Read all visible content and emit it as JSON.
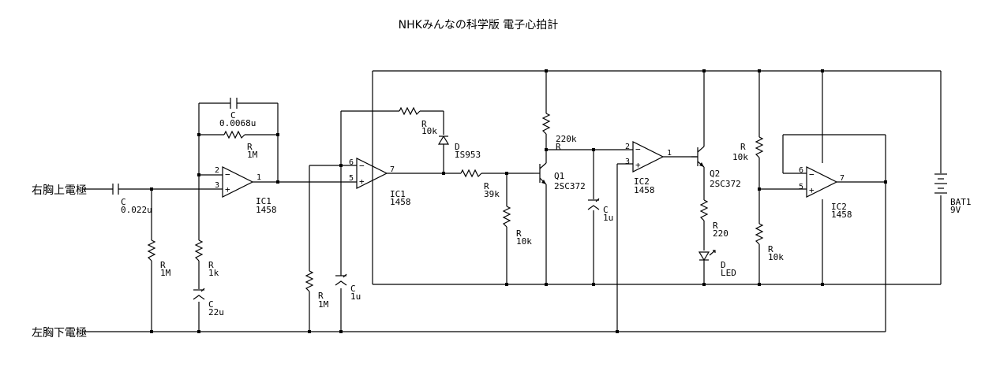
{
  "title": "NHKみんなの科学版 電子心拍計",
  "ports": {
    "upper": "右胸上電極",
    "lower": "左胸下電極"
  },
  "opamp_signs": {
    "minus": "−",
    "plus": "+"
  },
  "components": {
    "c_in": {
      "name": "C",
      "value": "0.022u"
    },
    "r_in": {
      "name": "R",
      "value": "1M"
    },
    "c_fb": {
      "name": "C",
      "value": "0.0068u"
    },
    "r_fb": {
      "name": "R",
      "value": "1M"
    },
    "r_1k": {
      "name": "R",
      "value": "1k"
    },
    "c_22u": {
      "name": "C",
      "value": "22u"
    },
    "ic1a": {
      "name": "IC1",
      "value": "1458",
      "pins": {
        "inv": "2",
        "noninv": "3",
        "out": "1"
      }
    },
    "r_bias": {
      "name": "R",
      "value": "1M"
    },
    "c_bias": {
      "name": "C",
      "value": "1u"
    },
    "ic1b": {
      "name": "IC1",
      "value": "1458",
      "pins": {
        "inv": "6",
        "noninv": "5",
        "out": "7"
      }
    },
    "r_10k_fb": {
      "name": "R",
      "value": "10k"
    },
    "d1": {
      "name": "D",
      "value": "IS953"
    },
    "r_39k": {
      "name": "R",
      "value": "39k"
    },
    "r_10k_b": {
      "name": "R",
      "value": "10k"
    },
    "q1": {
      "name": "Q1",
      "value": "2SC372"
    },
    "r_220k": {
      "name": "R",
      "value": "220k"
    },
    "c_1u_b": {
      "name": "C",
      "value": "1u"
    },
    "ic2a": {
      "name": "IC2",
      "value": "1458",
      "pins": {
        "inv": "2",
        "noninv": "3",
        "out": "1"
      }
    },
    "q2": {
      "name": "Q2",
      "value": "2SC372"
    },
    "r_220": {
      "name": "R",
      "value": "220"
    },
    "led": {
      "name": "D",
      "value": "LED"
    },
    "r_div_top": {
      "name": "R",
      "value": "10k"
    },
    "r_div_bot": {
      "name": "R",
      "value": "10k"
    },
    "ic2b": {
      "name": "IC2",
      "value": "1458",
      "pins": {
        "inv": "6",
        "noninv": "5",
        "out": "7"
      }
    },
    "bat": {
      "name": "BAT1",
      "value": "9V"
    }
  }
}
